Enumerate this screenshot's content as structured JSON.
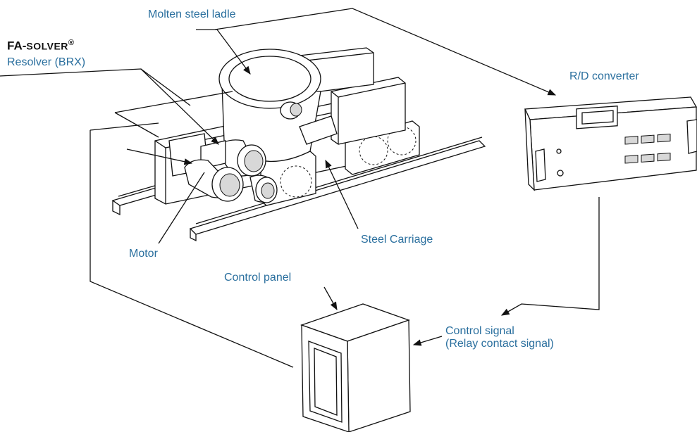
{
  "labels": {
    "molten_steel_ladle": "Molten steel ladle",
    "brand_fa": "FA-",
    "brand_solver": "SOLVER",
    "brand_mark": "®",
    "resolver": "Resolver (BRX)",
    "rd_converter": "R/D converter",
    "motor": "Motor",
    "steel_carriage": "Steel Carriage",
    "control_panel": "Control panel",
    "control_signal_line1": "Control signal",
    "control_signal_line2": "(Relay contact signal)"
  },
  "colors": {
    "label_text": "#2a6f9e",
    "line": "#111111",
    "brand_text": "#111111"
  },
  "icons": [
    "ladle-icon",
    "carriage-icon",
    "rail-icon",
    "motor-icon",
    "resolver-icon",
    "rd-converter-icon",
    "control-panel-icon",
    "arrow-icon"
  ]
}
